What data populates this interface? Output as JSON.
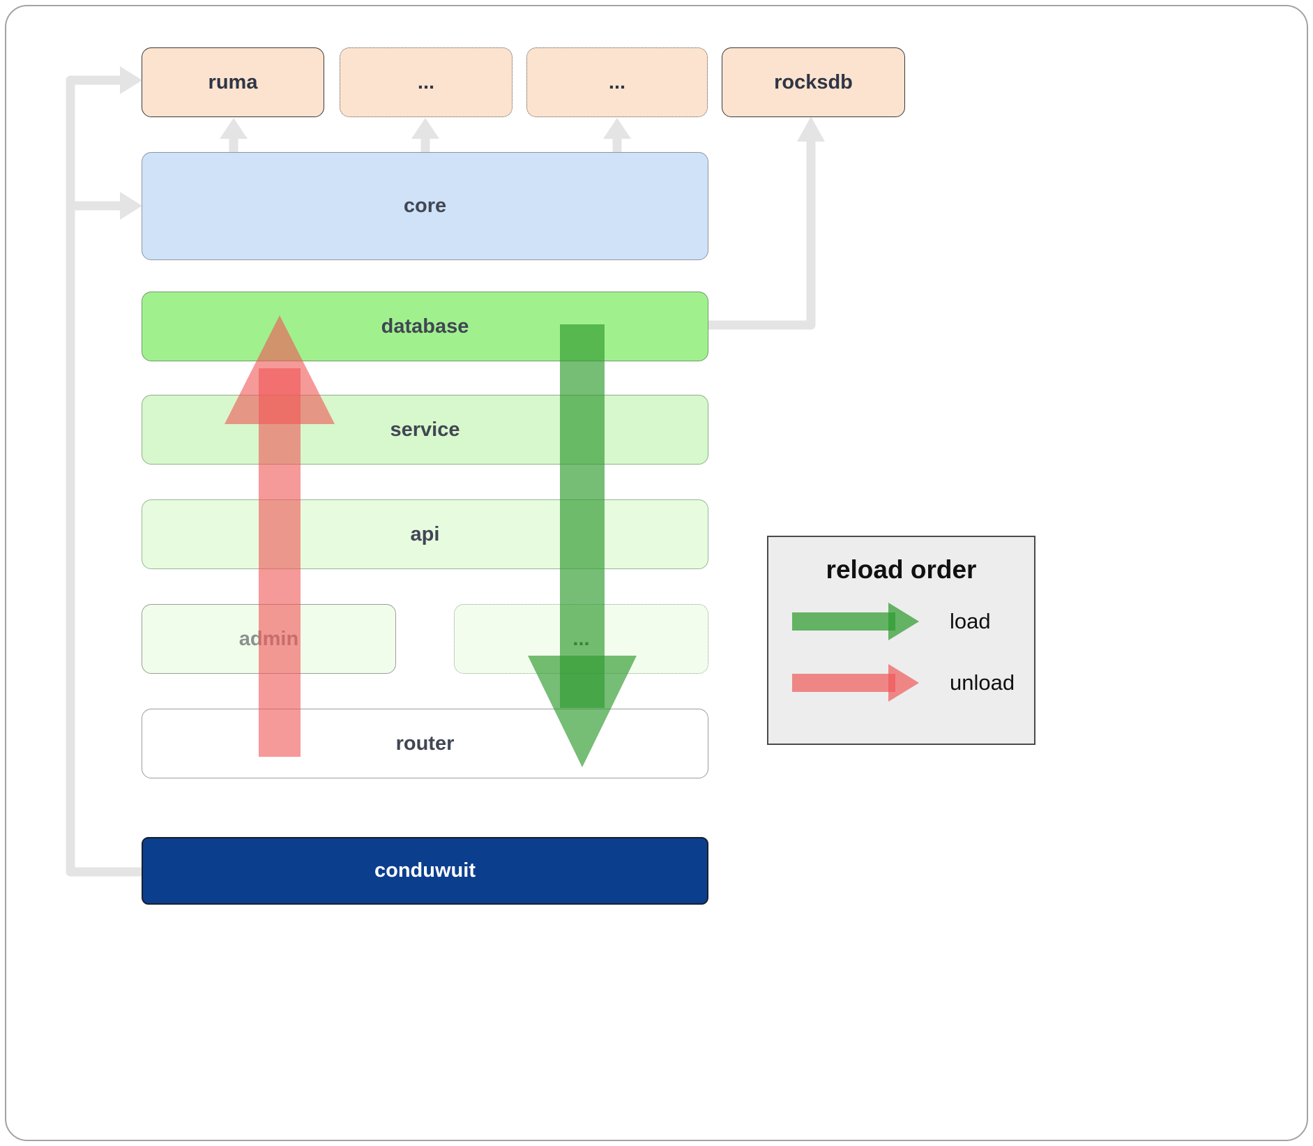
{
  "boxes": {
    "ruma": {
      "label": "ruma"
    },
    "dots1": {
      "label": "..."
    },
    "dots2": {
      "label": "..."
    },
    "rocksdb": {
      "label": "rocksdb"
    },
    "core": {
      "label": "core"
    },
    "database": {
      "label": "database"
    },
    "service": {
      "label": "service"
    },
    "api": {
      "label": "api"
    },
    "admin": {
      "label": "admin"
    },
    "dots3": {
      "label": "..."
    },
    "router": {
      "label": "router"
    },
    "conduwuit": {
      "label": "conduwuit"
    }
  },
  "legend": {
    "title": "reload order",
    "load_label": "load",
    "unload_label": "unload"
  },
  "colors": {
    "peach_fill": "#fbe3cf",
    "core_fill": "#cfe2f7",
    "database_fill": "#a0f18e",
    "service_fill": "#d7f7cc",
    "api_fill": "#e7fbdf",
    "admin_fill": "#f1fdeb",
    "router_fill": "#ffffff",
    "conduwuit_fill": "#0c3e8e",
    "load_arrow": "#2f9b2f",
    "unload_arrow": "#f05555",
    "connector_gray": "#e4e4e4"
  }
}
